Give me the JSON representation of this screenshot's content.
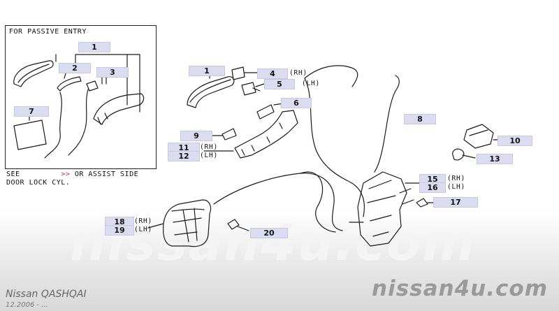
{
  "inset": {
    "title": "FOR PASSIVE ENTRY",
    "see_label": "SEE",
    "see_arrow": ">>",
    "see_text": "OR ASSIST SIDE",
    "see_line2": "DOOR LOCK CYL."
  },
  "callouts": [
    {
      "id": "inset-1",
      "num": "1"
    },
    {
      "id": "inset-2",
      "num": "2"
    },
    {
      "id": "inset-3",
      "num": "3"
    },
    {
      "id": "inset-7",
      "num": "7"
    },
    {
      "id": "main-1",
      "num": "1"
    },
    {
      "id": "main-4",
      "num": "4",
      "side": "(RH)"
    },
    {
      "id": "main-5",
      "num": "5",
      "side": "(LH)"
    },
    {
      "id": "main-6",
      "num": "6"
    },
    {
      "id": "main-8",
      "num": "8"
    },
    {
      "id": "main-9",
      "num": "9"
    },
    {
      "id": "main-11",
      "num": "11",
      "side": "(RH)"
    },
    {
      "id": "main-12",
      "num": "12",
      "side": "(LH)"
    },
    {
      "id": "main-10",
      "num": "10"
    },
    {
      "id": "main-13",
      "num": "13"
    },
    {
      "id": "main-15",
      "num": "15",
      "side": "(RH)"
    },
    {
      "id": "main-16",
      "num": "16",
      "side": "(LH)"
    },
    {
      "id": "main-17",
      "num": "17"
    },
    {
      "id": "main-18",
      "num": "18",
      "side": "(RH)"
    },
    {
      "id": "main-19",
      "num": "19",
      "side": "(LH)"
    },
    {
      "id": "main-20",
      "num": "20"
    }
  ],
  "footer": {
    "model": "Nissan QASHQAI",
    "date": "12.2006 - ...",
    "brand": "nissan4u.com",
    "watermark": "nissan4u.com"
  }
}
